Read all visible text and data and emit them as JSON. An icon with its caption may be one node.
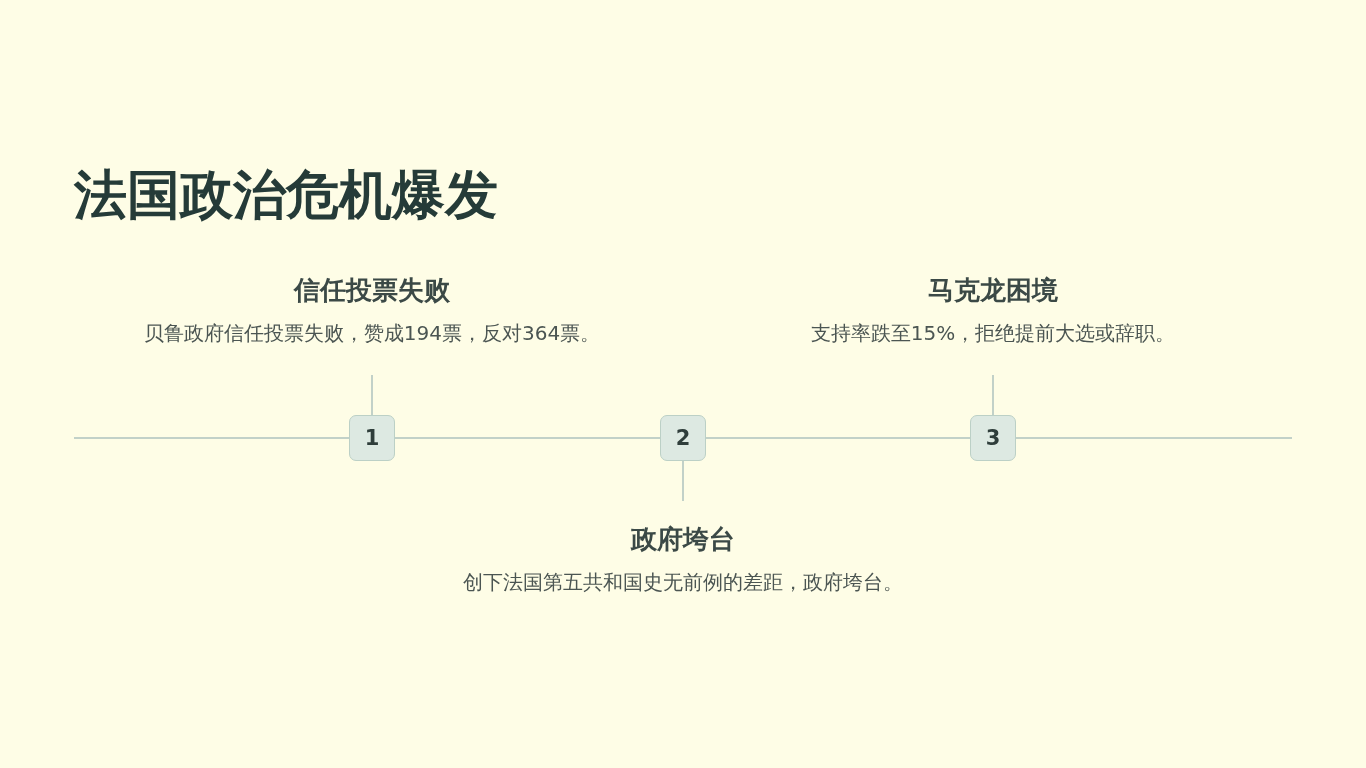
{
  "diagram": {
    "title": "法国政治危机爆发",
    "nodes": [
      {
        "text": [
          "信任投票失败",
          "贝鲁政府信任投票失败，赞成194票，反对364票。"
        ]
      },
      {
        "text": [
          "马克龙困境",
          "支持率跌至15%，拒绝提前大选或辞职。"
        ]
      },
      {
        "text": [
          "1"
        ]
      },
      {
        "text": [
          "2"
        ]
      },
      {
        "text": [
          "3"
        ]
      },
      {
        "text": [
          "政府垮台",
          "创下法国第五共和国史无前例的差距，政府垮台。"
        ]
      }
    ],
    "edges": [
      {
        "from": null,
        "to": 2,
        "arrow": "none"
      },
      {
        "from": 2,
        "to": 3,
        "arrow": "none"
      },
      {
        "from": 3,
        "to": 4,
        "arrow": "none"
      },
      {
        "from": 4,
        "to": null,
        "arrow": "none"
      },
      {
        "from": 0,
        "to": 2,
        "arrow": "none"
      },
      {
        "from": 3,
        "to": 5,
        "arrow": "none"
      },
      {
        "from": 1,
        "to": 4,
        "arrow": "none"
      }
    ]
  }
}
